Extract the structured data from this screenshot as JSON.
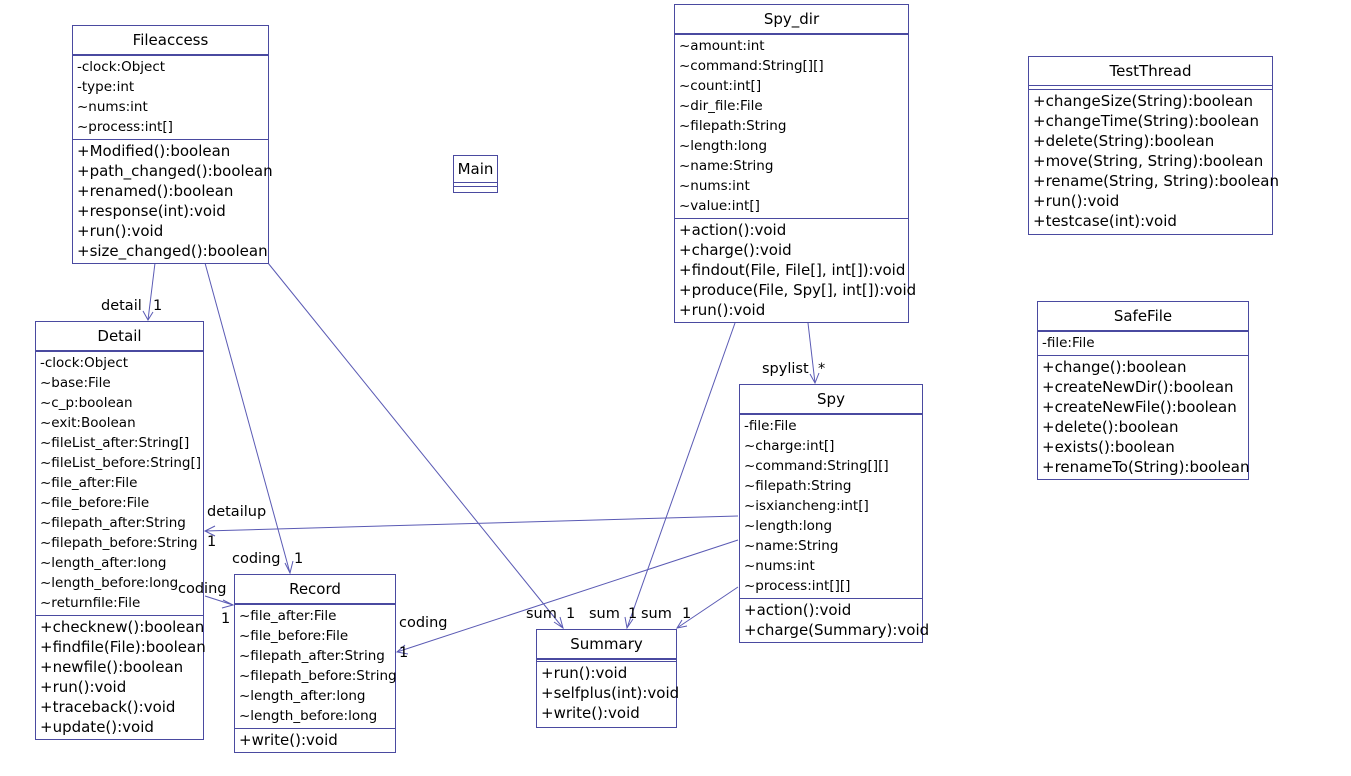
{
  "classes": {
    "fileaccess": {
      "name": "Fileaccess",
      "attributes": [
        "-clock:Object",
        "-type:int",
        "~nums:int",
        "~process:int[]"
      ],
      "methods": [
        "+Modified():boolean",
        "+path_changed():boolean",
        "+renamed():boolean",
        "+response(int):void",
        "+run():void",
        "+size_changed():boolean"
      ]
    },
    "main": {
      "name": "Main",
      "attributes": [],
      "methods": []
    },
    "spy_dir": {
      "name": "Spy_dir",
      "attributes": [
        "~amount:int",
        "~command:String[][]",
        "~count:int[]",
        "~dir_file:File",
        "~filepath:String",
        "~length:long",
        "~name:String",
        "~nums:int",
        "~value:int[]"
      ],
      "methods": [
        "+action():void",
        "+charge():void",
        "+findout(File, File[], int[]):void",
        "+produce(File, Spy[], int[]):void",
        "+run():void"
      ]
    },
    "testthread": {
      "name": "TestThread",
      "attributes": [],
      "methods": [
        "+changeSize(String):boolean",
        "+changeTime(String):boolean",
        "+delete(String):boolean",
        "+move(String, String):boolean",
        "+rename(String, String):boolean",
        "+run():void",
        "+testcase(int):void"
      ]
    },
    "safefile": {
      "name": "SafeFile",
      "attributes": [
        "-file:File"
      ],
      "methods": [
        "+change():boolean",
        "+createNewDir():boolean",
        "+createNewFile():boolean",
        "+delete():boolean",
        "+exists():boolean",
        "+renameTo(String):boolean"
      ]
    },
    "detail": {
      "name": "Detail",
      "attributes": [
        "-clock:Object",
        "~base:File",
        "~c_p:boolean",
        "~exit:Boolean",
        "~fileList_after:String[]",
        "~fileList_before:String[]",
        "~file_after:File",
        "~file_before:File",
        "~filepath_after:String",
        "~filepath_before:String",
        "~length_after:long",
        "~length_before:long",
        "~returnfile:File"
      ],
      "methods": [
        "+checknew():boolean",
        "+findfile(File):boolean",
        "+newfile():boolean",
        "+run():void",
        "+traceback():void",
        "+update():void"
      ]
    },
    "record": {
      "name": "Record",
      "attributes": [
        "~file_after:File",
        "~file_before:File",
        "~filepath_after:String",
        "~filepath_before:String",
        "~length_after:long",
        "~length_before:long"
      ],
      "methods": [
        "+write():void"
      ]
    },
    "spy": {
      "name": "Spy",
      "attributes": [
        "-file:File",
        "~charge:int[]",
        "~command:String[][]",
        "~filepath:String",
        "~isxiancheng:int[]",
        "~length:long",
        "~name:String",
        "~nums:int",
        "~process:int[][]"
      ],
      "methods": [
        "+action():void",
        "+charge(Summary):void"
      ]
    },
    "summary": {
      "name": "Summary",
      "attributes": [],
      "methods": [
        "+run():void",
        "+selfplus(int):void",
        "+write():void"
      ]
    }
  },
  "labels": {
    "detail_role": "detail",
    "detail_mult": "1",
    "spylist_role": "spylist",
    "spylist_mult": "*",
    "detailup_role": "detailup",
    "detailup_mult": "1",
    "coding1_role": "coding",
    "coding1_mult": "1",
    "coding2_role": "coding",
    "coding2_mult": "1",
    "coding3_role": "coding",
    "coding3_mult": "1",
    "sum1_role": "sum",
    "sum1_mult": "1",
    "sum2_role": "sum",
    "sum2_mult": "1",
    "sum3_role": "sum",
    "sum3_mult": "1"
  },
  "colors": {
    "border": "#4a4aa0",
    "edge": "#5a5ab4"
  }
}
